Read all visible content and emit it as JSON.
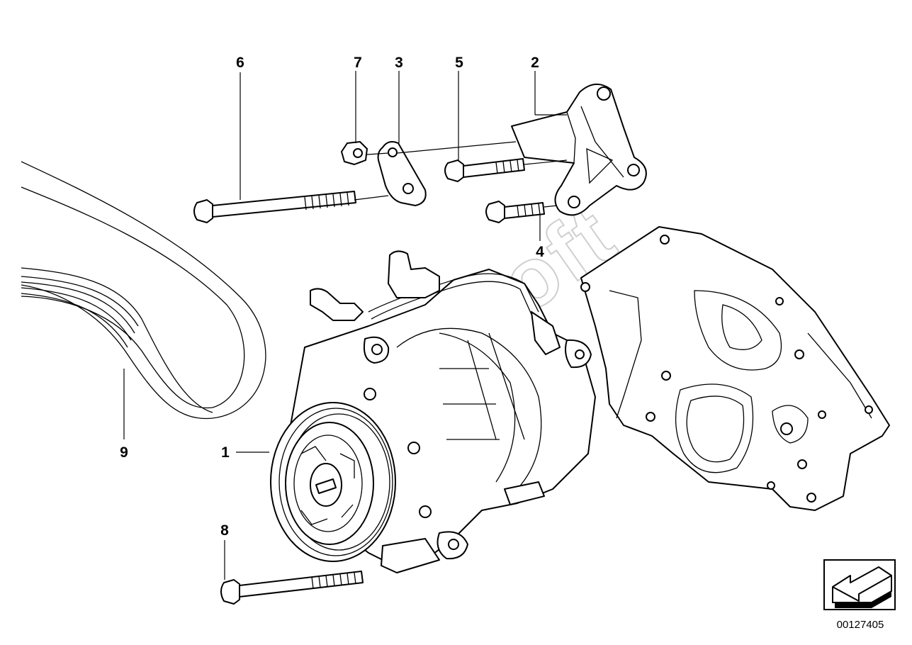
{
  "callouts": [
    {
      "id": "6",
      "label": "6"
    },
    {
      "id": "7",
      "label": "7"
    },
    {
      "id": "3",
      "label": "3"
    },
    {
      "id": "5",
      "label": "5"
    },
    {
      "id": "2",
      "label": "2"
    },
    {
      "id": "4",
      "label": "4"
    },
    {
      "id": "9",
      "label": "9"
    },
    {
      "id": "1",
      "label": "1"
    },
    {
      "id": "8",
      "label": "8"
    }
  ],
  "watermark": "Autosoft",
  "reference_number": "00127405",
  "icons": {
    "orientation": "arrow-down-left-icon"
  }
}
